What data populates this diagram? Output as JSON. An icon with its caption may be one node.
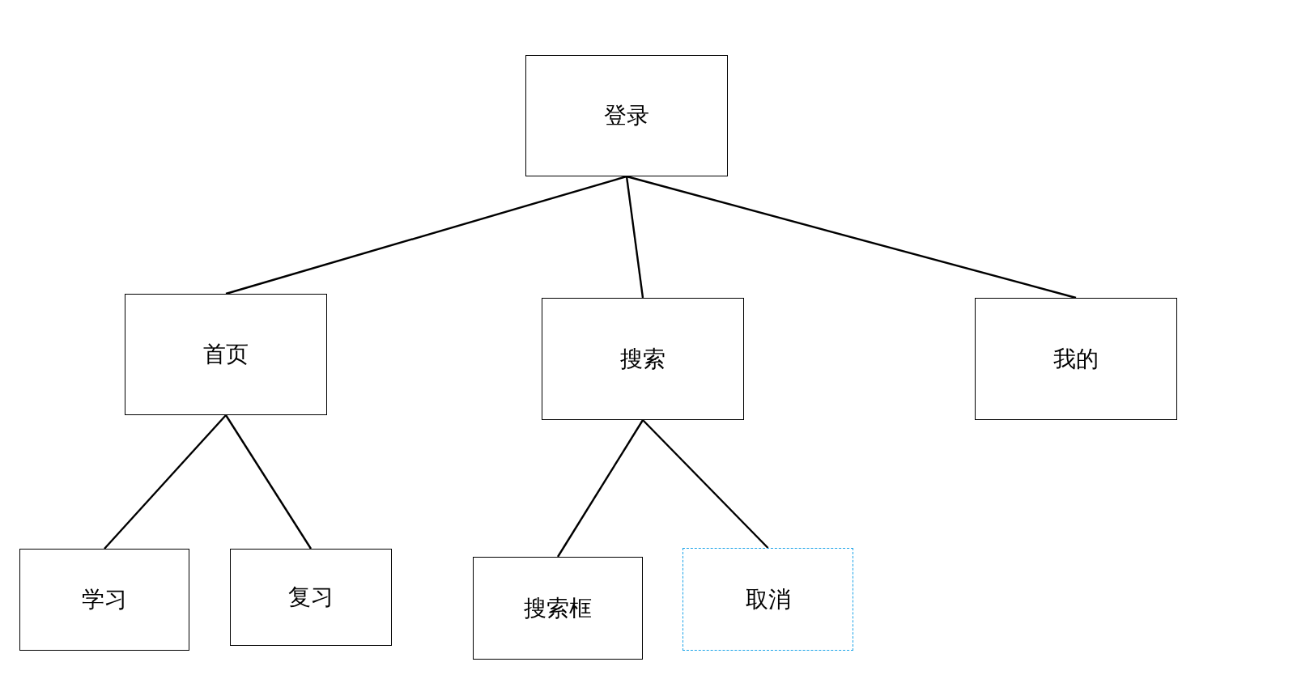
{
  "diagram": {
    "nodes": [
      {
        "text": [
          "登录"
        ]
      },
      {
        "text": [
          "首页"
        ]
      },
      {
        "text": [
          "搜索"
        ]
      },
      {
        "text": [
          "我的"
        ]
      },
      {
        "text": [
          "学习"
        ]
      },
      {
        "text": [
          "复习"
        ]
      },
      {
        "text": [
          "搜索框"
        ]
      },
      {
        "text": [
          "取消"
        ]
      }
    ],
    "edges": [
      {
        "from": 0,
        "to": 1,
        "arrow": "none"
      },
      {
        "from": 0,
        "to": 2,
        "arrow": "none"
      },
      {
        "from": 0,
        "to": 3,
        "arrow": "none"
      },
      {
        "from": 1,
        "to": 4,
        "arrow": "none"
      },
      {
        "from": 1,
        "to": 5,
        "arrow": "none"
      },
      {
        "from": 2,
        "to": 6,
        "arrow": "none"
      },
      {
        "from": 2,
        "to": 7,
        "arrow": "none"
      }
    ]
  }
}
